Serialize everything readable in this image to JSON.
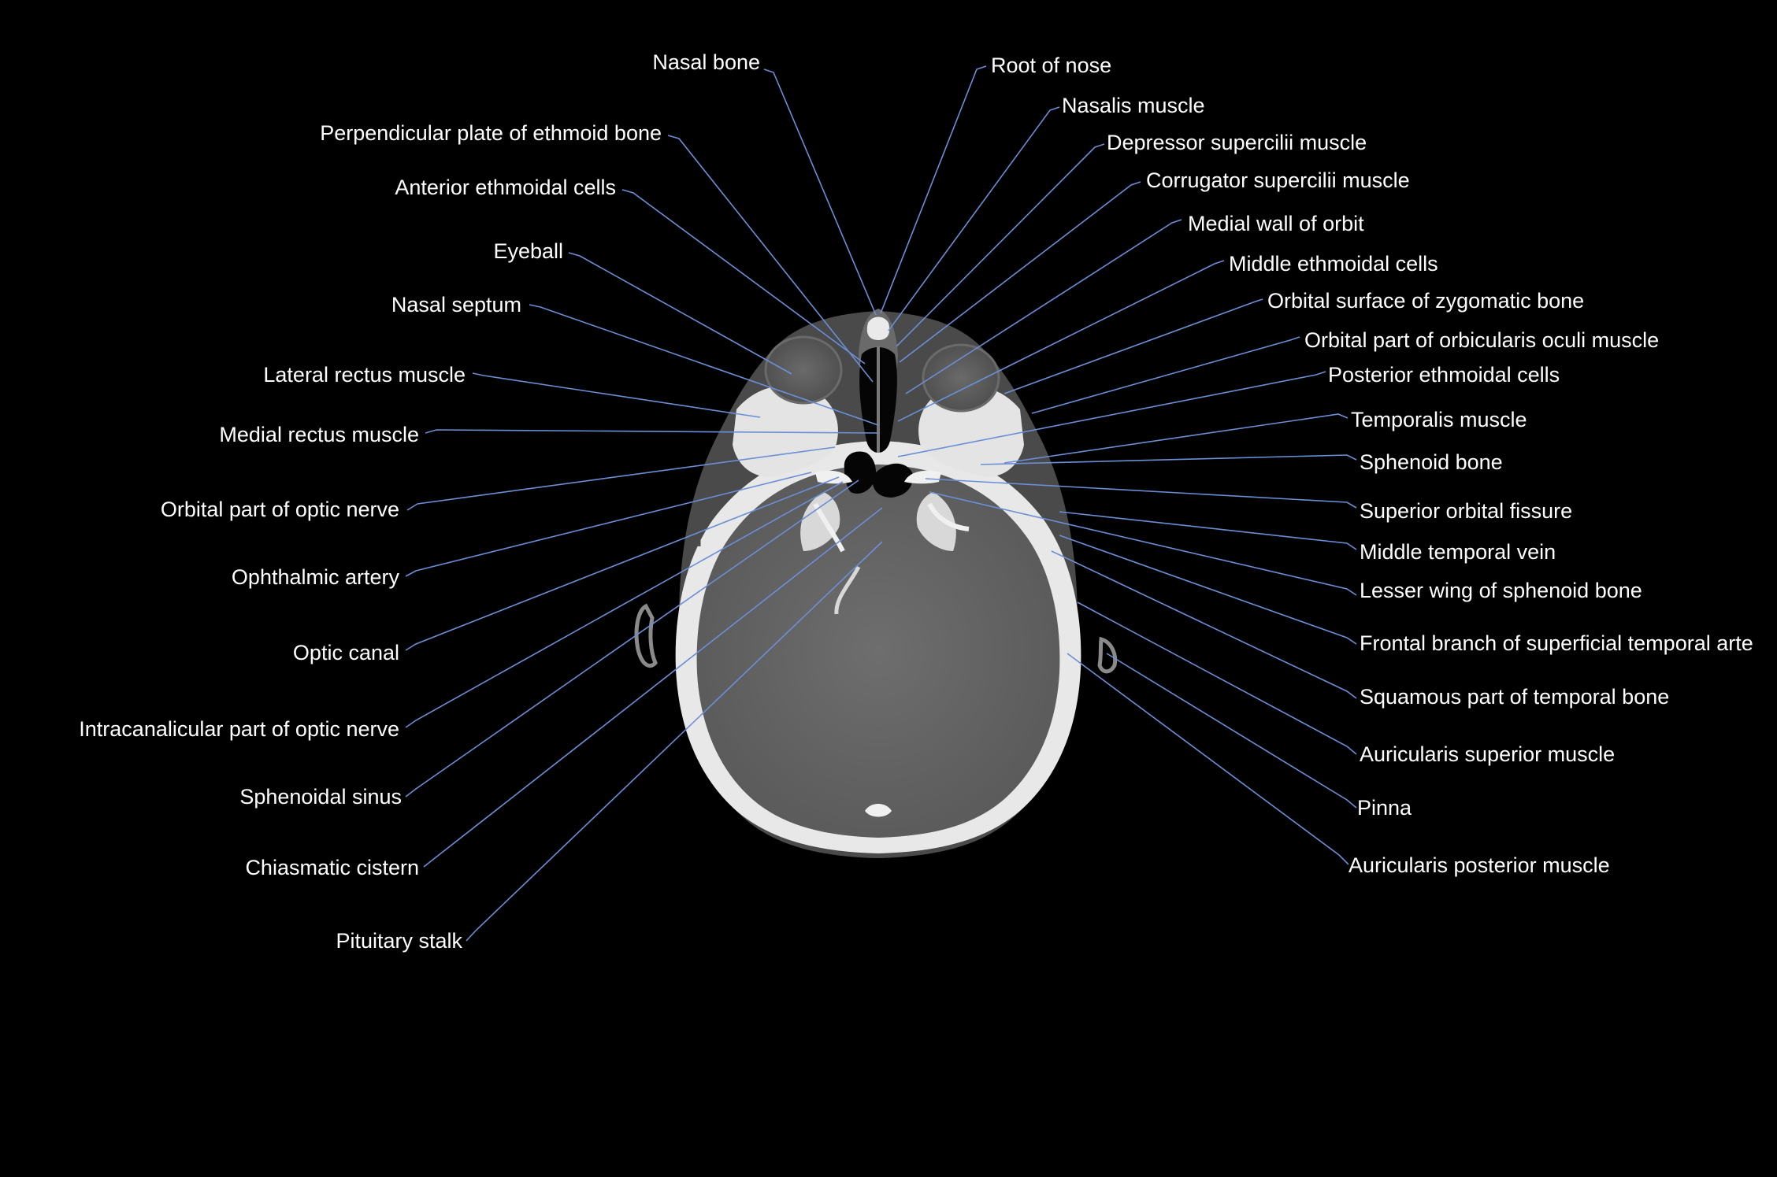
{
  "figure": {
    "background_color": "#000000",
    "leader_color": "#6b8fd6",
    "label_color": "#ffffff"
  },
  "labels_left": [
    "Nasal bone",
    "Perpendicular plate of ethmoid bone",
    "Anterior ethmoidal cells",
    "Eyeball",
    "Nasal septum",
    "Lateral rectus muscle",
    "Medial rectus muscle",
    "Orbital part of optic nerve",
    "Ophthalmic artery",
    "Optic canal",
    "Intracanalicular part of optic nerve",
    "Sphenoidal sinus",
    "Chiasmatic cistern",
    "Pituitary stalk"
  ],
  "labels_right": [
    "Root of nose",
    "Nasalis muscle",
    "Depressor supercilii muscle",
    "Corrugator supercilii muscle",
    "Medial wall of orbit",
    "Middle ethmoidal cells",
    "Orbital surface of zygomatic bone",
    "Orbital part of orbicularis oculi muscle",
    "Posterior ethmoidal cells",
    "Temporalis muscle",
    "Sphenoid bone",
    "Superior orbital fissure",
    "Middle temporal vein",
    "Lesser wing of sphenoid bone",
    "Frontal branch of superficial temporal arte",
    "Squamous part of temporal bone",
    "Auricularis superior muscle",
    "Pinna",
    "Auricularis posterior muscle"
  ]
}
